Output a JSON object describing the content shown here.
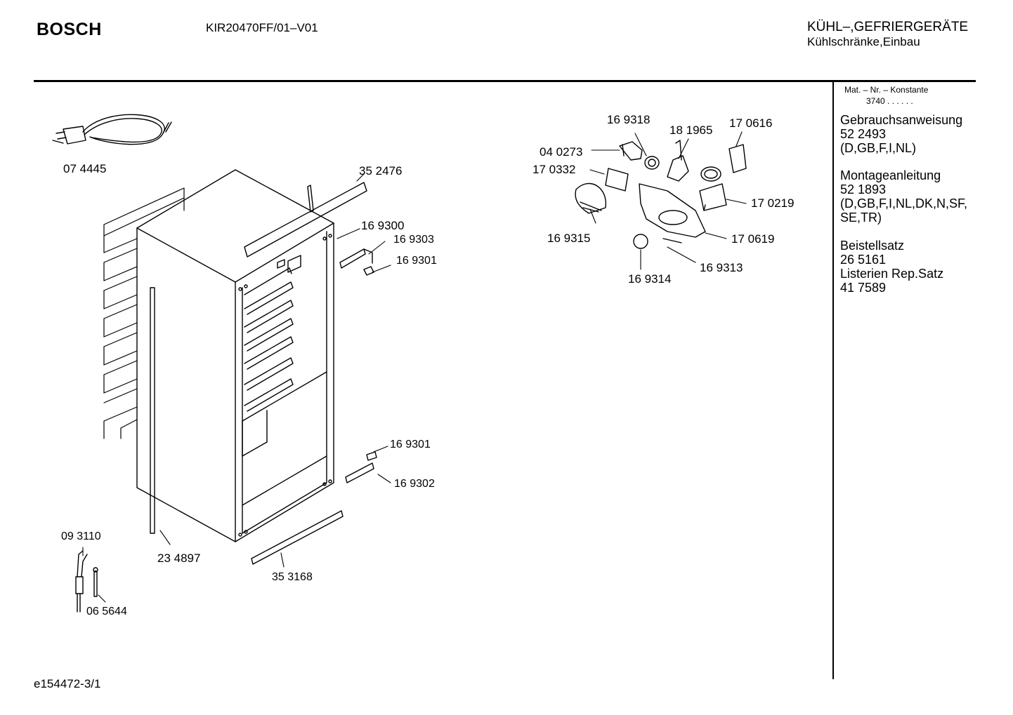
{
  "header": {
    "brand": "BOSCH",
    "model": "KIR20470FF/01–V01",
    "category_line1": "KÜHL–,GEFRIERGERÄTE",
    "category_line2": "Kühlschränke,Einbau"
  },
  "sidebar": {
    "mat_label": "Mat. – Nr. – Konstante",
    "mat_value": "3740  .  .    .  .  .  .",
    "blocks": [
      {
        "lines": [
          "Gebrauchsanweisung",
          "52 2493",
          "(D,GB,F,I,NL)"
        ]
      },
      {
        "lines": [
          "Montageanleitung",
          "52 1893",
          "(D,GB,F,I,NL,DK,N,SF,",
          "SE,TR)"
        ]
      },
      {
        "lines": [
          "Beistellsatz",
          "26 5161",
          "Listerien Rep.Satz",
          "41 7589"
        ]
      }
    ]
  },
  "parts": [
    "07 4445",
    "35 2476",
    "16 9300",
    "16 9303",
    "16 9301",
    "16 9301",
    "16 9302",
    "09 3110",
    "23 4897",
    "35 3168",
    "06 5644",
    "16 9318",
    "18 1965",
    "17 0616",
    "04 0273",
    "17 0332",
    "17 0219",
    "16 9315",
    "17 0619",
    "16 9313",
    "16 9314"
  ],
  "footer": {
    "code": "e154472-3/1"
  }
}
